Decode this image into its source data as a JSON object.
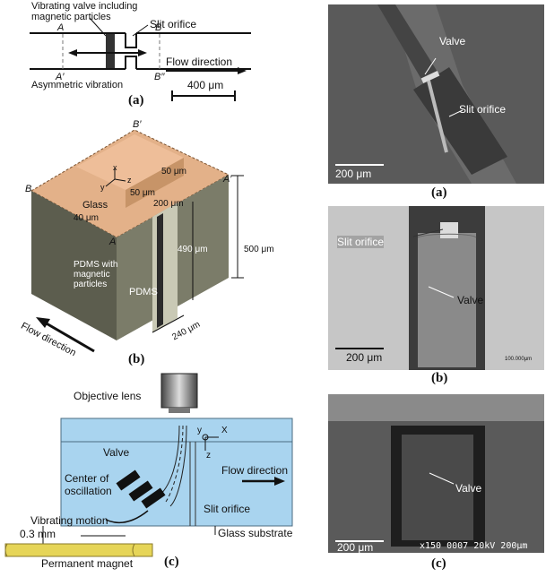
{
  "left": {
    "a": {
      "label_valve": "Vibrating valve including magnetic particles",
      "label_slit": "Slit orifice",
      "label_A": "A",
      "label_A2": "A′",
      "label_B": "B",
      "label_B2": "B′′",
      "label_flow": "Flow direction",
      "label_asym": "Asymmetric vibration",
      "scale_text": "400 μm",
      "panel": "(a)"
    },
    "b": {
      "label_B2": "B′",
      "label_B": "B",
      "label_A2": "A′",
      "label_A": "A",
      "glass": "Glass",
      "d50a": "50 μm",
      "d50b": "50 μm",
      "d200": "200 μm",
      "d40": "40 μm",
      "d490": "490 μm",
      "d500": "500 μm",
      "d240": "240 μm",
      "pdms_particles": "PDMS with magnetic particles",
      "pdms": "PDMS",
      "flow": "Flow direction",
      "ax_x": "x",
      "ax_y": "y",
      "ax_z": "z",
      "panel": "(b)"
    },
    "c": {
      "objective": "Objective lens",
      "valve": "Valve",
      "center": "Center of oscillation",
      "flow": "Flow direction",
      "vib": "Vibrating motion",
      "slit": "Slit orifice",
      "glass": "Glass substrate",
      "gap": "0.3 mm",
      "magnet": "Permanent magnet",
      "ax_x": "X",
      "ax_y": "y",
      "ax_z": "z",
      "panel": "(c)"
    }
  },
  "right": {
    "a": {
      "valve": "Valve",
      "slit": "Slit orifice",
      "scale": "200 μm",
      "panel": "(a)"
    },
    "b": {
      "slit": "Slit orifice",
      "valve": "Valve",
      "scale": "200 μm",
      "small": "100.000μm",
      "panel": "(b)"
    },
    "c": {
      "valve": "Valve",
      "scale": "200 μm",
      "footer": "x150  0007  20kV 200μm",
      "panel": "(c)"
    }
  }
}
